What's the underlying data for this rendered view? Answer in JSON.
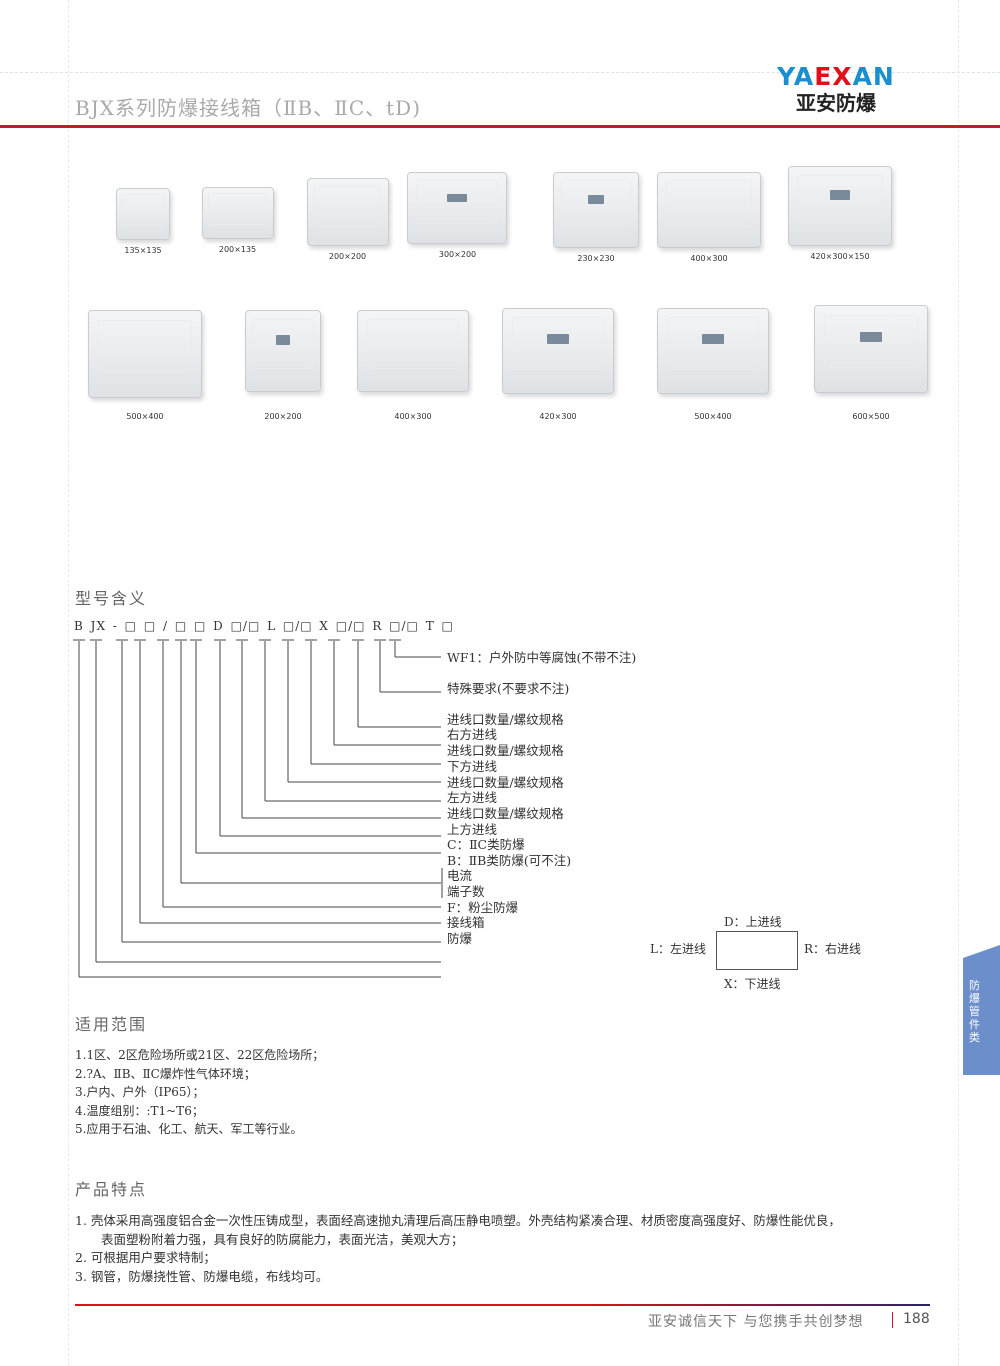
{
  "header": {
    "title": "BJX系列防爆接线箱（ⅡB、ⅡC、tD)",
    "logo_en": "YAEXAN",
    "logo_cn": "亚安防爆"
  },
  "products": {
    "row1": [
      "135×135",
      "200×135",
      "200×200",
      "300×200",
      "230×230",
      "400×300",
      "420×300×150"
    ],
    "row2": [
      "500×400",
      "200×200",
      "400×300",
      "420×300",
      "500×400",
      "600×500"
    ]
  },
  "model": {
    "heading": "型号含义",
    "code": "B JX - □ □ / □ □ D □/□ L □/□ X □/□ R □/□ T □",
    "labels": [
      "WF1：户外防中等腐蚀(不带不注)",
      "特殊要求(不要求不注)",
      "进线口数量/螺纹规格",
      "右方进线",
      "进线口数量/螺纹规格",
      "下方进线",
      "进线口数量/螺纹规格",
      "左方进线",
      "进线口数量/螺纹规格",
      "上方进线",
      "C：ⅡC类防爆",
      "B：ⅡB类防爆(可不注)",
      "电流",
      "端子数",
      "F：粉尘防爆",
      "接线箱",
      "防爆"
    ],
    "directions": {
      "top": "D：上进线",
      "left": "L：左进线",
      "right": "R：右进线",
      "bottom": "X：下进线"
    }
  },
  "scope": {
    "heading": "适用范围",
    "items": [
      "1.1区、2区危险场所或21区、22区危险场所；",
      "2.?A、ⅡB、ⅡC爆炸性气体环境；",
      "3.户内、户外（IP65）；",
      "4.温度组别：:T1~T6；",
      "5.应用于石油、化工、航天、军工等行业。"
    ]
  },
  "features": {
    "heading": "产品特点",
    "items": [
      "1. 壳体采用高强度铝合金一次性压铸成型，表面经高速抛丸清理后高压静电喷塑。外壳结构紧凑合理、材质密度高强度好、防爆性能优良，",
      "表面塑粉附着力强，具有良好的防腐能力，表面光洁，美观大方；",
      "2. 可根据用户要求特制；",
      "3. 钢管，防爆挠性管、防爆电缆，布线均可。"
    ]
  },
  "side_tab": "防爆管件类",
  "footer": {
    "slogan": "亚安诚信天下 与您携手共创梦想",
    "page": "188"
  }
}
